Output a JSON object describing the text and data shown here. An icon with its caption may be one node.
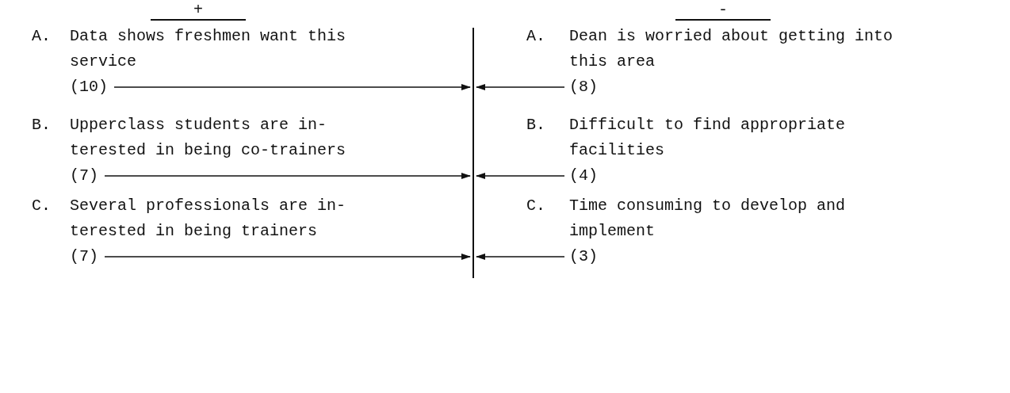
{
  "diagram": {
    "nodes": [
      {
        "text": [],
        "shape": "bar"
      },
      {
        "text": [
          "(10)"
        ]
      },
      {
        "text": [
          "(8)"
        ]
      },
      {
        "text": [
          "(7)"
        ]
      },
      {
        "text": [
          "(4)"
        ]
      },
      {
        "text": [
          "(7)"
        ]
      },
      {
        "text": [
          "(3)"
        ]
      }
    ],
    "edges": [
      {
        "from": 1,
        "to": 0,
        "arrow": "to"
      },
      {
        "from": 2,
        "to": 0,
        "arrow": "to"
      },
      {
        "from": 3,
        "to": 0,
        "arrow": "to"
      },
      {
        "from": 4,
        "to": 0,
        "arrow": "to"
      },
      {
        "from": 5,
        "to": 0,
        "arrow": "to"
      },
      {
        "from": 6,
        "to": 0,
        "arrow": "to"
      }
    ],
    "labels": [
      "+",
      "-",
      "A.",
      "Data shows freshmen want this service",
      "A.",
      "Dean is worried about getting into this area",
      "B.",
      "Upperclass students are in-terested in being co-trainers",
      "B.",
      "Difficult to find appropriate facilities",
      "C.",
      "Several professionals are in-terested in being trainers",
      "C.",
      "Time consuming to develop and implement"
    ]
  }
}
